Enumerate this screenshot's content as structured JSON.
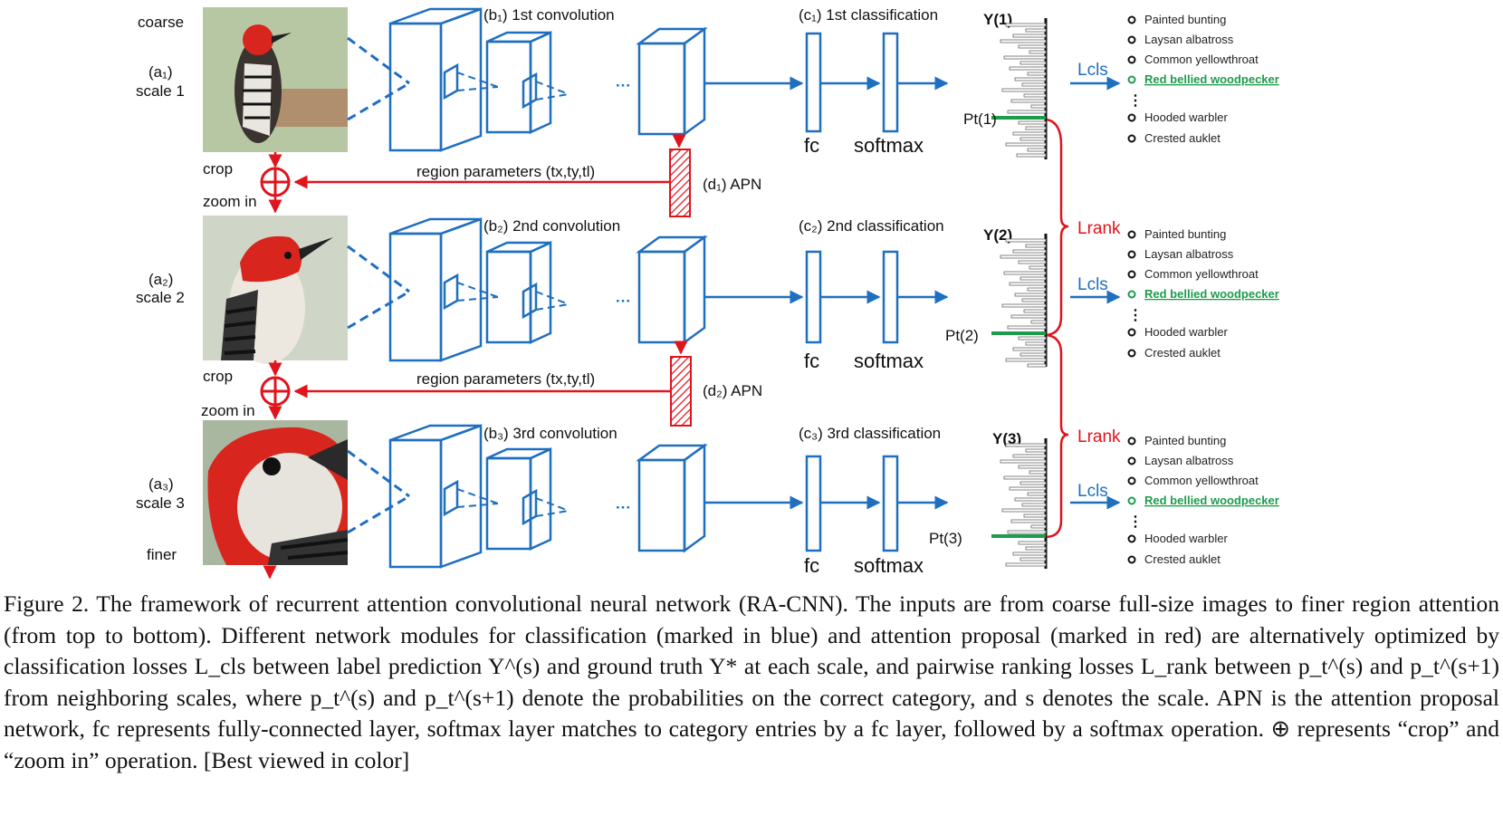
{
  "colors": {
    "blue": "#1f6fc0",
    "red": "#e0141c",
    "green": "#1e9b4c",
    "black": "#111111"
  },
  "top_labels": {
    "coarse": "coarse",
    "finer": "finer"
  },
  "scales": [
    {
      "id": "a1",
      "name": "(a₁)",
      "scale": "scale 1",
      "conv": "(b₁) 1st convolution",
      "cls_title": "(c₁) 1st classification",
      "y_label": "Y(1)",
      "p_label": "Pt(1)",
      "l_cls": "Lcls"
    },
    {
      "id": "a2",
      "name": "(a₂)",
      "scale": "scale 2",
      "conv": "(b₂) 2nd convolution",
      "cls_title": "(c₂) 2nd classification",
      "y_label": "Y(2)",
      "p_label": "Pt(2)",
      "l_cls": "Lcls"
    },
    {
      "id": "a3",
      "name": "(a₃)",
      "scale": "scale 3",
      "conv": "(b₃) 3rd convolution",
      "cls_title": "(c₃) 3rd classification",
      "y_label": "Y(3)",
      "p_label": "Pt(3)",
      "l_cls": "Lcls"
    }
  ],
  "layer_labels": {
    "fc": "fc",
    "softmax": "softmax",
    "dots": "···"
  },
  "apn": [
    {
      "label": "(d₁) APN",
      "region": "region parameters (tx,ty,tl)",
      "crop": "crop",
      "zoom": "zoom in"
    },
    {
      "label": "(d₂) APN",
      "region": "region parameters (tx,ty,tl)",
      "crop": "crop",
      "zoom": "zoom in"
    }
  ],
  "rank_loss": "Lrank",
  "class_list": [
    "Painted bunting",
    "Laysan albatross",
    "Common yellowthroat",
    "Red bellied woodpecker",
    "⋮",
    "Hooded warbler",
    "Crested auklet"
  ],
  "caption": "Figure 2. The framework of recurrent attention convolutional neural network (RA-CNN). The inputs are from coarse full-size images to finer region attention (from top to bottom). Different network modules for classification (marked in blue) and attention proposal (marked in red) are alternatively optimized by classification losses L_cls between label prediction Y^(s) and ground truth Y* at each scale, and pairwise ranking losses L_rank between p_t^(s) and p_t^(s+1) from neighboring scales, where p_t^(s) and p_t^(s+1) denote the probabilities on the correct category, and s denotes the scale. APN is the attention proposal network, fc represents fully-connected layer, softmax layer matches to category entries by a fc layer, followed by a softmax operation. ⊕ represents “crop” and “zoom in” operation. [Best viewed in color]"
}
